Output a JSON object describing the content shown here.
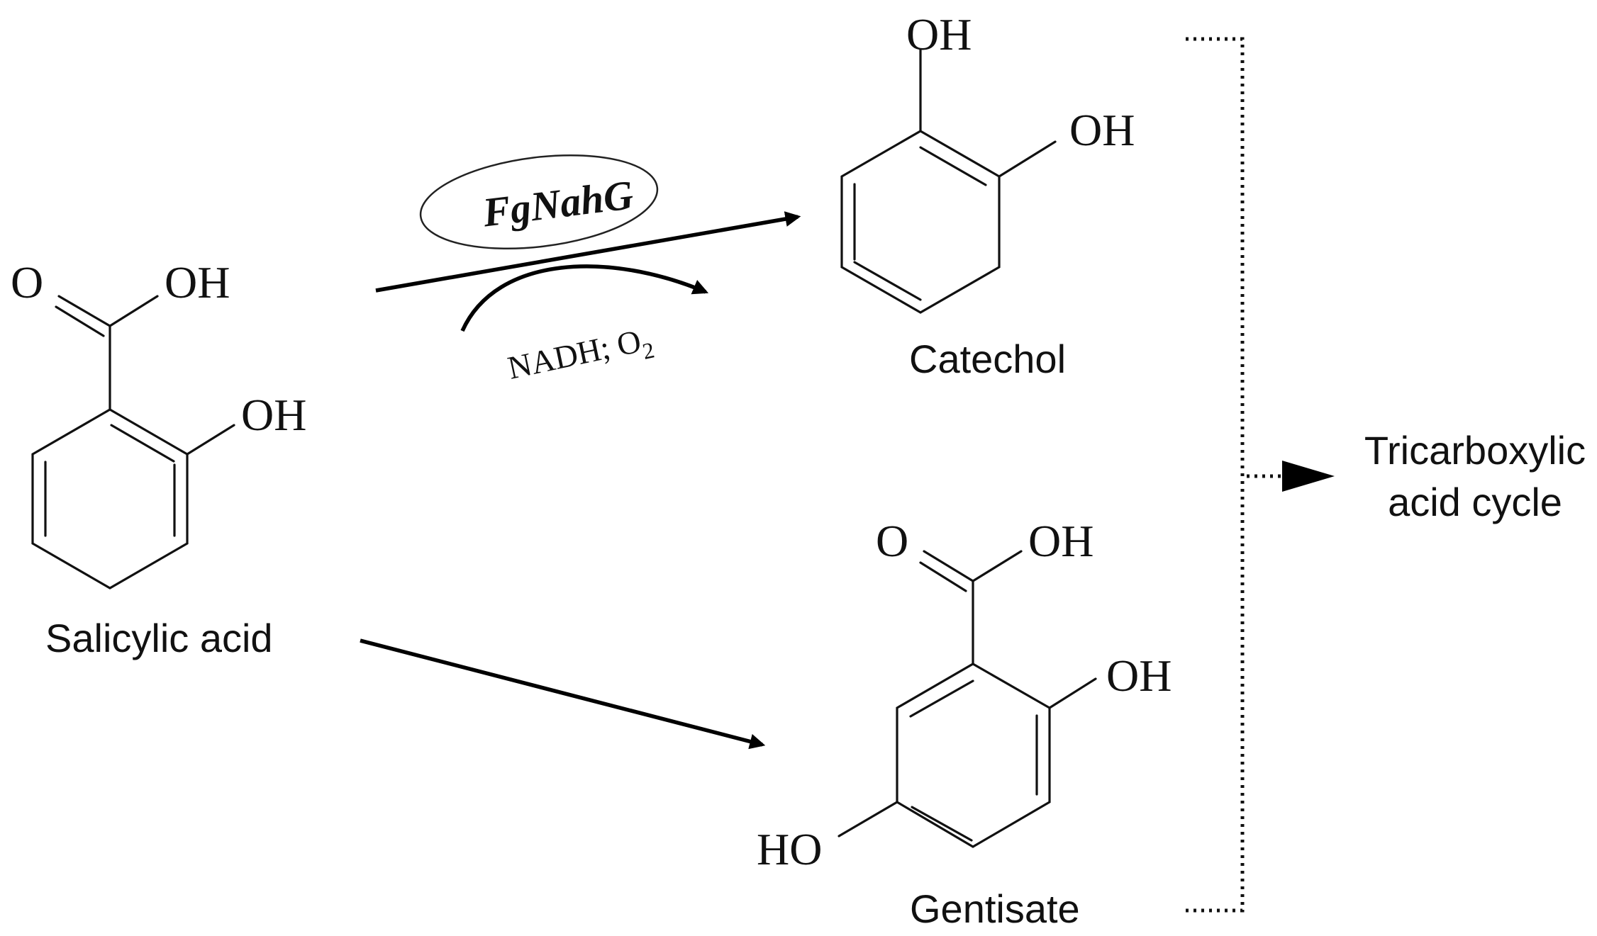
{
  "compounds": {
    "salicylic_acid": {
      "name": "Salicylic acid",
      "o_label": "O",
      "oh_label": "OH",
      "oh2_label": "OH"
    },
    "catechol": {
      "name": "Catechol",
      "oh1_label": "OH",
      "oh2_label": "OH"
    },
    "gentisate": {
      "name": "Gentisate",
      "o_label": "O",
      "oh_label": "OH",
      "oh2_label": "OH",
      "ho_label": "HO"
    }
  },
  "enzyme": {
    "name": "FgNahG"
  },
  "cofactors": {
    "text": "NADH; O",
    "subscript": "2"
  },
  "product": {
    "line1": "Tricarboxylic",
    "line2": "acid cycle"
  }
}
